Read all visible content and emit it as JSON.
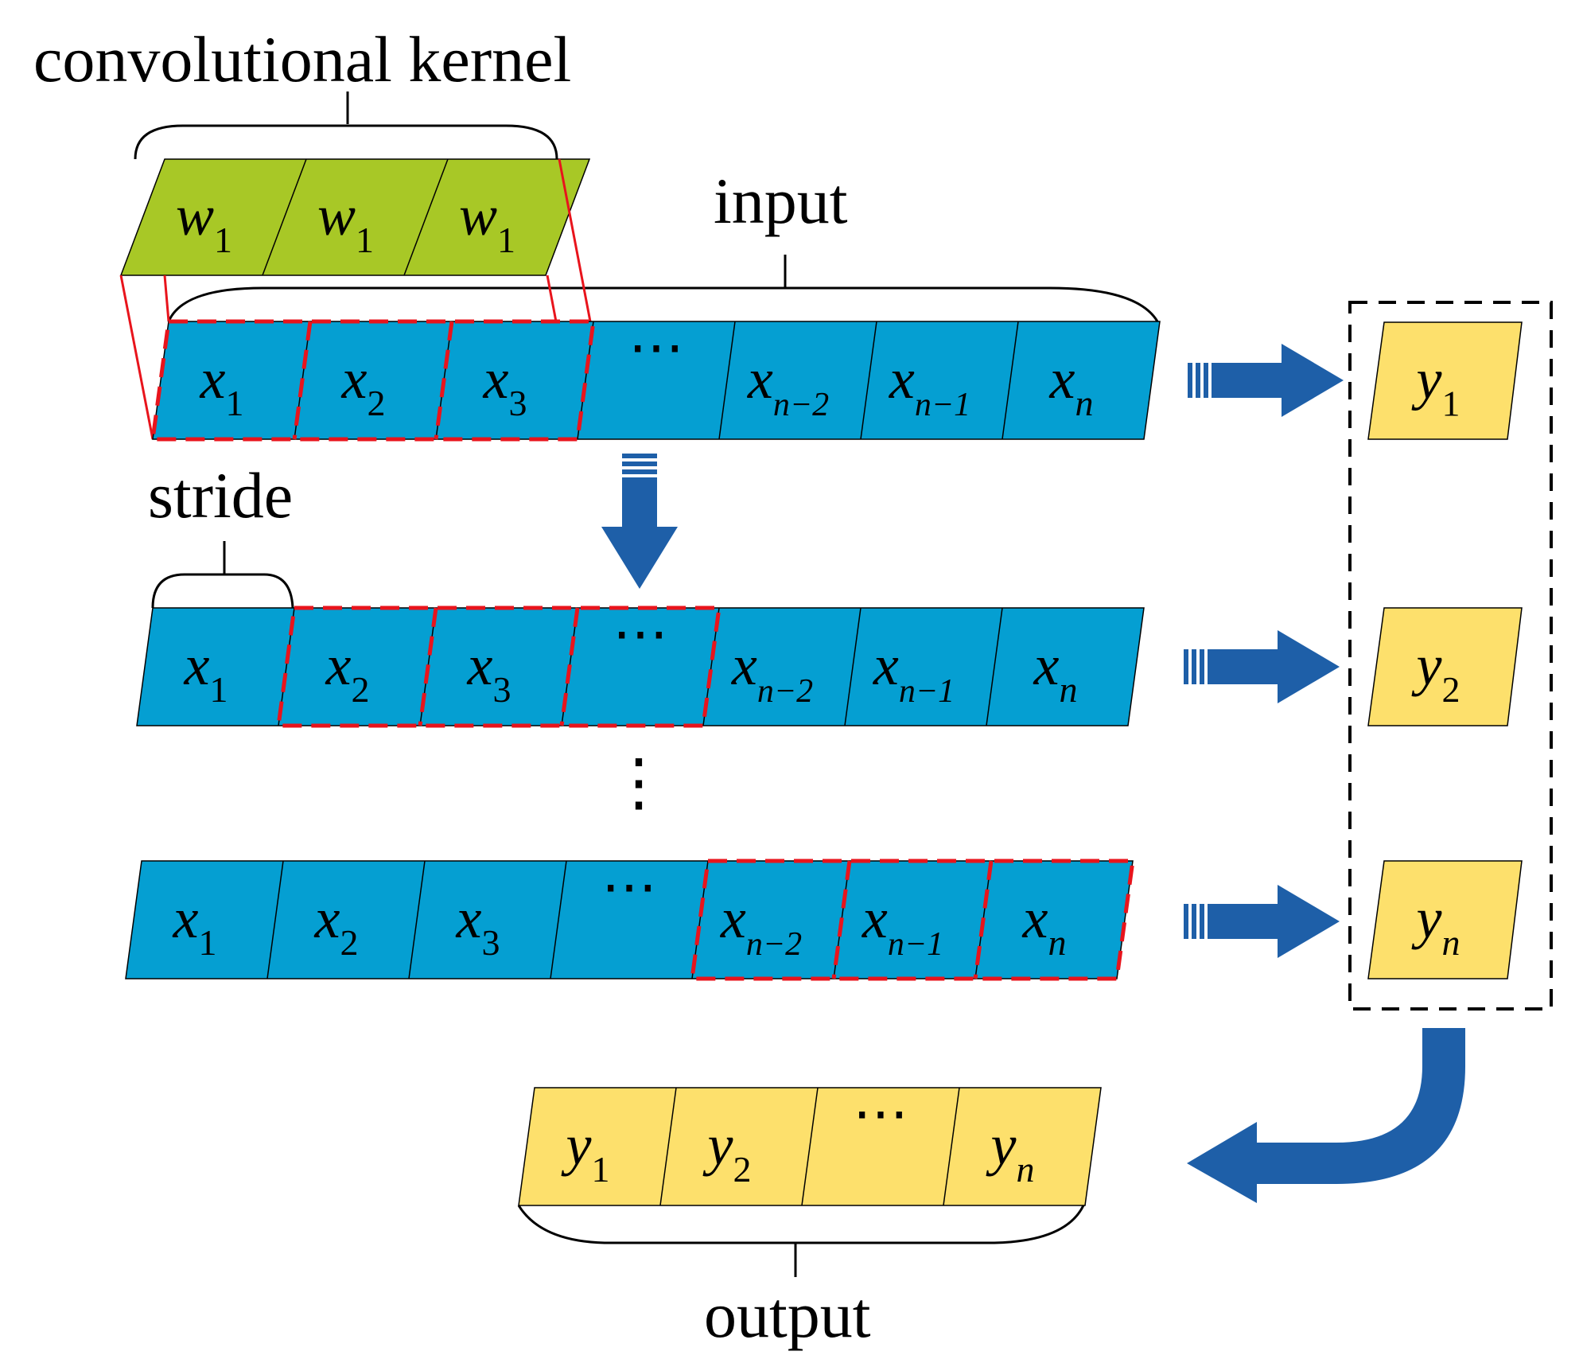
{
  "labels": {
    "kernel": "convolutional kernel",
    "input": "input",
    "stride": "stride",
    "output": "output"
  },
  "kernel_cells": [
    {
      "v": "w",
      "s": "1"
    },
    {
      "v": "w",
      "s": "1"
    },
    {
      "v": "w",
      "s": "1"
    }
  ],
  "input_cells": [
    {
      "v": "x",
      "s": "1"
    },
    {
      "v": "x",
      "s": "2"
    },
    {
      "v": "x",
      "s": "3"
    },
    {
      "v": "",
      "s": "",
      "dots": "⋯"
    },
    {
      "v": "x",
      "s": "n−2"
    },
    {
      "v": "x",
      "s": "n−1"
    },
    {
      "v": "x",
      "s": "n"
    }
  ],
  "row_output_cells": [
    {
      "v": "y",
      "s": "1"
    },
    {
      "v": "y",
      "s": "2"
    },
    {
      "v": "y",
      "s": "n"
    }
  ],
  "output_cells": [
    {
      "v": "y",
      "s": "1"
    },
    {
      "v": "y",
      "s": "2"
    },
    {
      "v": "",
      "s": "",
      "dots": "⋯"
    },
    {
      "v": "y",
      "s": "n"
    }
  ],
  "vertical_dots": "⋮",
  "colors": {
    "kernel_fill": "#a8c826",
    "input_fill": "#059fd2",
    "output_fill": "#fde06c",
    "arrow": "#1e5fa8",
    "highlight": "#e8141c",
    "outline": "#000000"
  }
}
